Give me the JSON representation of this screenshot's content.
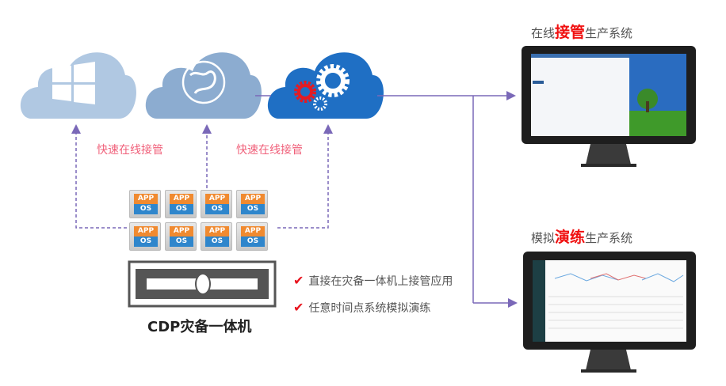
{
  "clouds": [
    {
      "icon": "windows-logo-icon",
      "color": "#b0c8e2"
    },
    {
      "icon": "globe-icon",
      "color": "#8cacd0"
    },
    {
      "icon": "gears-icon",
      "color": "#1f6fc4"
    }
  ],
  "takeover_labels": [
    "快速在线接管",
    "快速在线接管"
  ],
  "app_tiles": [
    {
      "app": "APP",
      "os": "OS"
    },
    {
      "app": "APP",
      "os": "OS"
    },
    {
      "app": "APP",
      "os": "OS"
    },
    {
      "app": "APP",
      "os": "OS"
    },
    {
      "app": "APP",
      "os": "OS"
    },
    {
      "app": "APP",
      "os": "OS"
    },
    {
      "app": "APP",
      "os": "OS"
    },
    {
      "app": "APP",
      "os": "OS"
    }
  ],
  "device": {
    "label": "CDP灾备一体机"
  },
  "features": [
    "直接在灾备一体机上接管应用",
    "任意时间点系统模拟演练"
  ],
  "monitors": [
    {
      "title_prefix": "在线",
      "title_highlight": "接管",
      "title_suffix": "生产系统"
    },
    {
      "title_prefix": "模拟",
      "title_highlight": "演练",
      "title_suffix": "生产系统"
    }
  ],
  "colors": {
    "line": "#7a68b8",
    "highlight": "#f01010",
    "label": "#f0607a"
  }
}
